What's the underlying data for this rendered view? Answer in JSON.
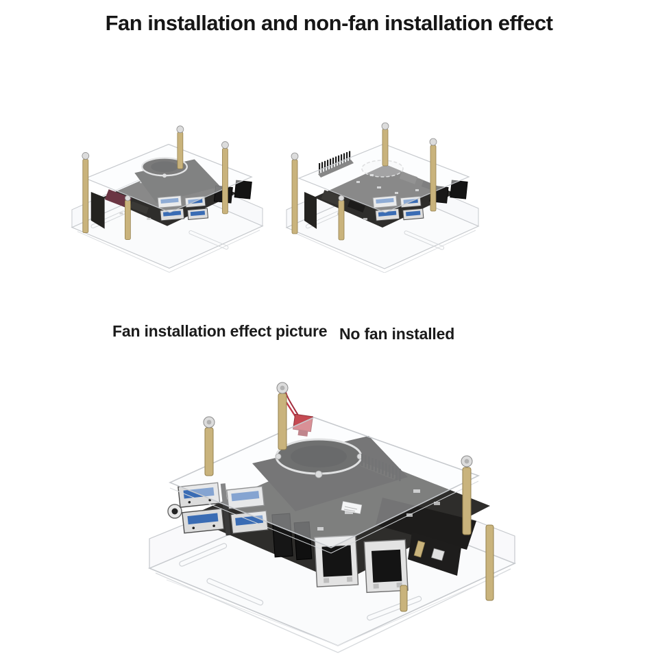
{
  "page": {
    "title": "Fan installation and non-fan installation effect"
  },
  "figures": {
    "with_fan": {
      "caption": "Fan installation effect picture"
    },
    "without_fan": {
      "caption": "No fan installed"
    }
  },
  "colors": {
    "background": "#ffffff",
    "text": "#161616",
    "acrylic_edge": "#c6c9cd",
    "acrylic_fill": "#f7f8fa",
    "brass": "#c9b37c",
    "brass_dark": "#94804e",
    "metal_silver": "#d8d8d8",
    "pcb_dark": "#2e2d2b",
    "fan_black": "#191817",
    "usb_blue": "#3a6cb4",
    "port_black": "#141414",
    "connector_red": "#c54a52",
    "component_maroon": "#6b3644"
  }
}
